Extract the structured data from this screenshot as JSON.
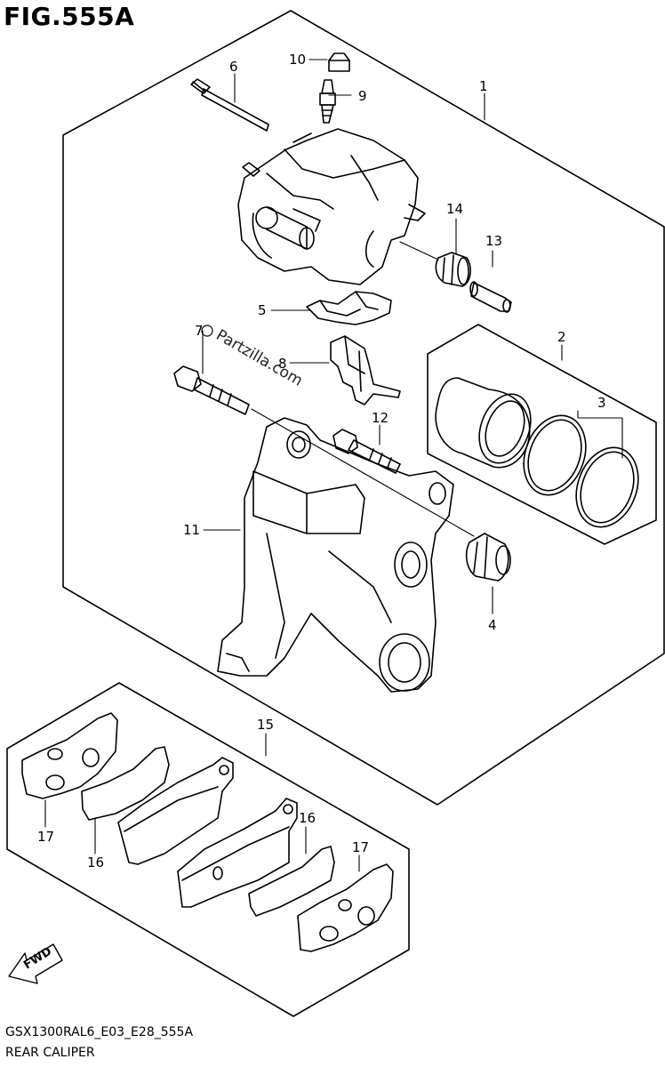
{
  "figure": {
    "title": "FIG.555A",
    "code": "GSX1300RAL6_E03_E28_555A",
    "name": "REAR CALIPER"
  },
  "watermark": "Partzilla.com",
  "direction_label": "FWD",
  "callouts": {
    "c1": "1",
    "c2": "2",
    "c3": "3",
    "c4": "4",
    "c5": "5",
    "c6": "6",
    "c7": "7",
    "c8": "8",
    "c9": "9",
    "c10": "10",
    "c11": "11",
    "c12": "12",
    "c13": "13",
    "c14": "14",
    "c15": "15",
    "c16a": "16",
    "c16b": "16",
    "c17a": "17",
    "c17b": "17"
  }
}
